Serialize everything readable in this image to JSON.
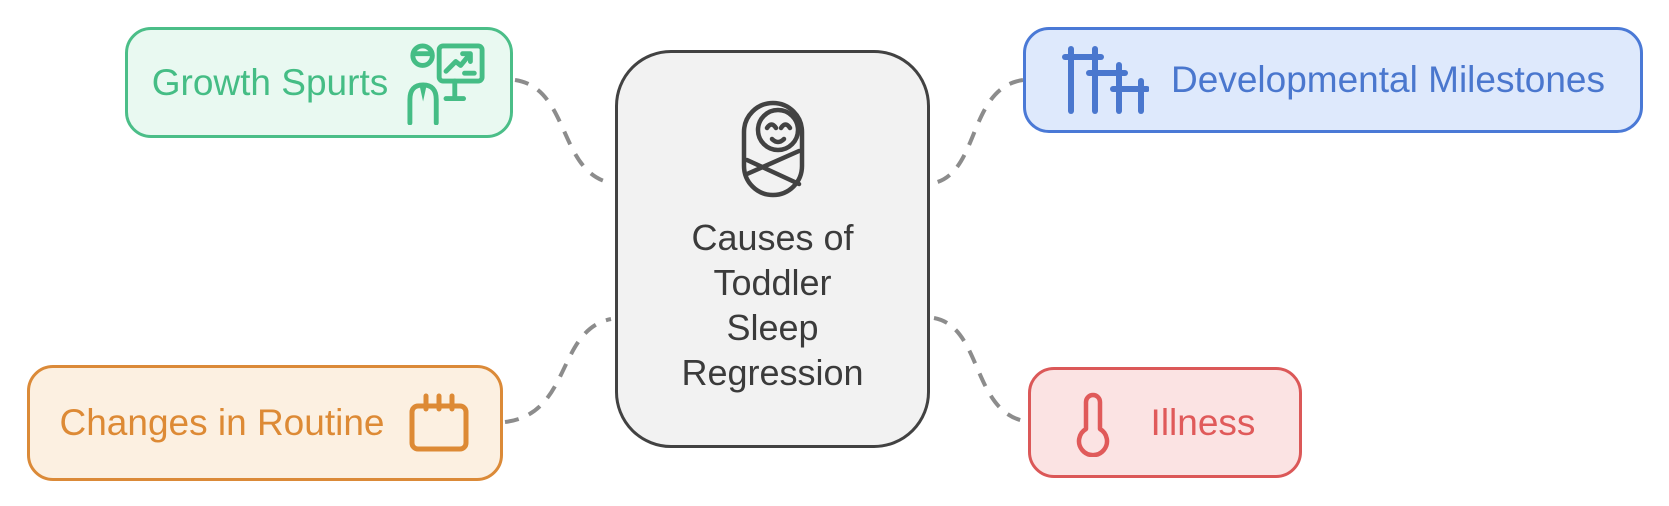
{
  "diagram": {
    "title": "Causes of Toddler Sleep Regression",
    "connector_color": "#8c8c8c",
    "center": {
      "label": "Causes of Toddler Sleep Regression",
      "lines": [
        "Causes of",
        "Toddler",
        "Sleep",
        "Regression"
      ],
      "icon": "swaddled-baby-icon",
      "border_color": "#424242",
      "bg_color": "#f2f2f2",
      "text_color": "#3b3b3b"
    },
    "nodes": [
      {
        "id": "growth-spurts",
        "label": "Growth Spurts",
        "icon": "presentation-growth-chart-icon",
        "position": "top-left",
        "icon_side": "right",
        "accent_color": "#4bbe88",
        "bg_color": "#e9f9f1"
      },
      {
        "id": "developmental-milestones",
        "label": "Developmental Milestones",
        "icon": "milestones-hurdles-icon",
        "position": "top-right",
        "icon_side": "left",
        "accent_color": "#4a79d6",
        "bg_color": "#dee9fc"
      },
      {
        "id": "changes-in-routine",
        "label": "Changes in Routine",
        "icon": "calendar-icon",
        "position": "bottom-left",
        "icon_side": "right",
        "accent_color": "#db8a38",
        "bg_color": "#fcf0e1"
      },
      {
        "id": "illness",
        "label": "Illness",
        "icon": "thermometer-icon",
        "position": "bottom-right",
        "icon_side": "left",
        "accent_color": "#db5858",
        "bg_color": "#fbe3e3"
      }
    ]
  }
}
